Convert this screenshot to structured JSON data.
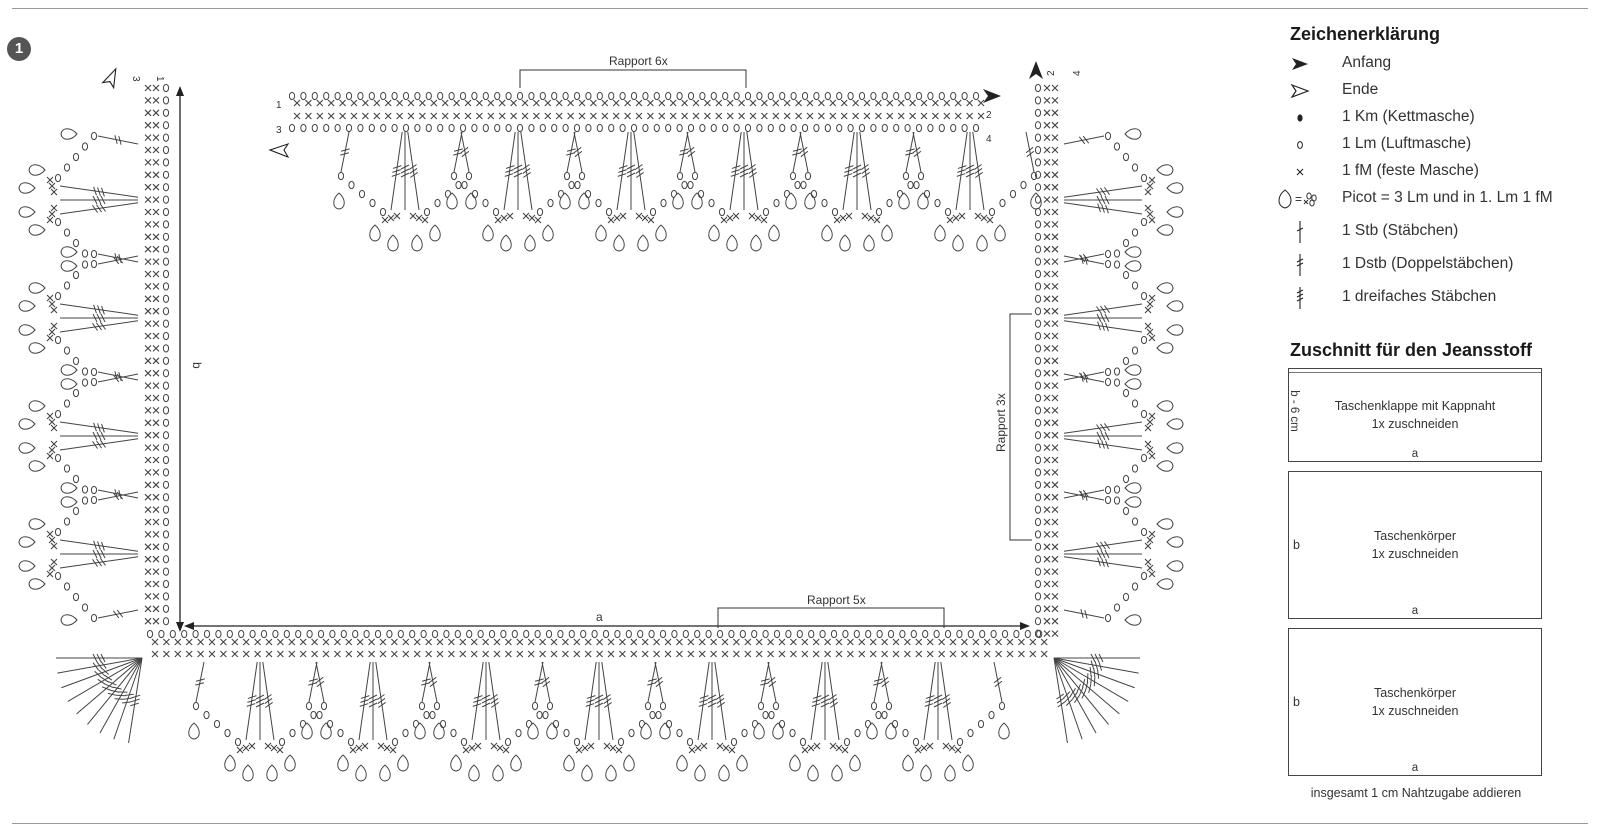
{
  "step_number": "1",
  "diagram": {
    "rapport_top": "Rapport 6x",
    "rapport_bottom": "Rapport 5x",
    "rapport_right": "Rapport 3x",
    "side_a": "a",
    "side_b": "b",
    "row_numbers_top_left": [
      "1",
      "3"
    ],
    "row_numbers_top_right": [
      "2",
      "4"
    ],
    "row_numbers_left_corner": [
      "3",
      "1"
    ],
    "row_numbers_right_corner": [
      "2",
      "4"
    ],
    "row_zero": "0"
  },
  "legend": {
    "title": "Zeichenerklärung",
    "items": [
      {
        "symbol": "arrow-filled-icon",
        "label": "Anfang"
      },
      {
        "symbol": "arrow-outline-icon",
        "label": "Ende"
      },
      {
        "symbol": "slip-stitch-icon",
        "label": "1 Km (Kettmasche)"
      },
      {
        "symbol": "chain-stitch-icon",
        "label": "1 Lm (Luftmasche)"
      },
      {
        "symbol": "single-crochet-icon",
        "label": "1 fM (feste Masche)"
      },
      {
        "symbol": "picot-icon",
        "label": "Picot = 3 Lm und in 1. Lm 1 fM"
      },
      {
        "symbol": "double-crochet-icon",
        "label": "1 Stb (Stäbchen)"
      },
      {
        "symbol": "treble-crochet-icon",
        "label": "1 Dstb (Doppelstäbchen)"
      },
      {
        "symbol": "triple-treble-icon",
        "label": "1 dreifaches Stäbchen"
      }
    ]
  },
  "cutting": {
    "title": "Zuschnitt für den Jeansstoff",
    "pieces": [
      {
        "name": "Taschenklappe mit Kappnaht",
        "count": "1x zuschneiden",
        "side": "b - 6 cm",
        "bottom": "a"
      },
      {
        "name": "Taschenkörper",
        "count": "1x zuschneiden",
        "side": "b",
        "bottom": "a"
      },
      {
        "name": "Taschenkörper",
        "count": "1x zuschneiden",
        "side": "b",
        "bottom": "a"
      }
    ],
    "note": "insgesamt 1 cm Nahtzugabe addieren"
  }
}
